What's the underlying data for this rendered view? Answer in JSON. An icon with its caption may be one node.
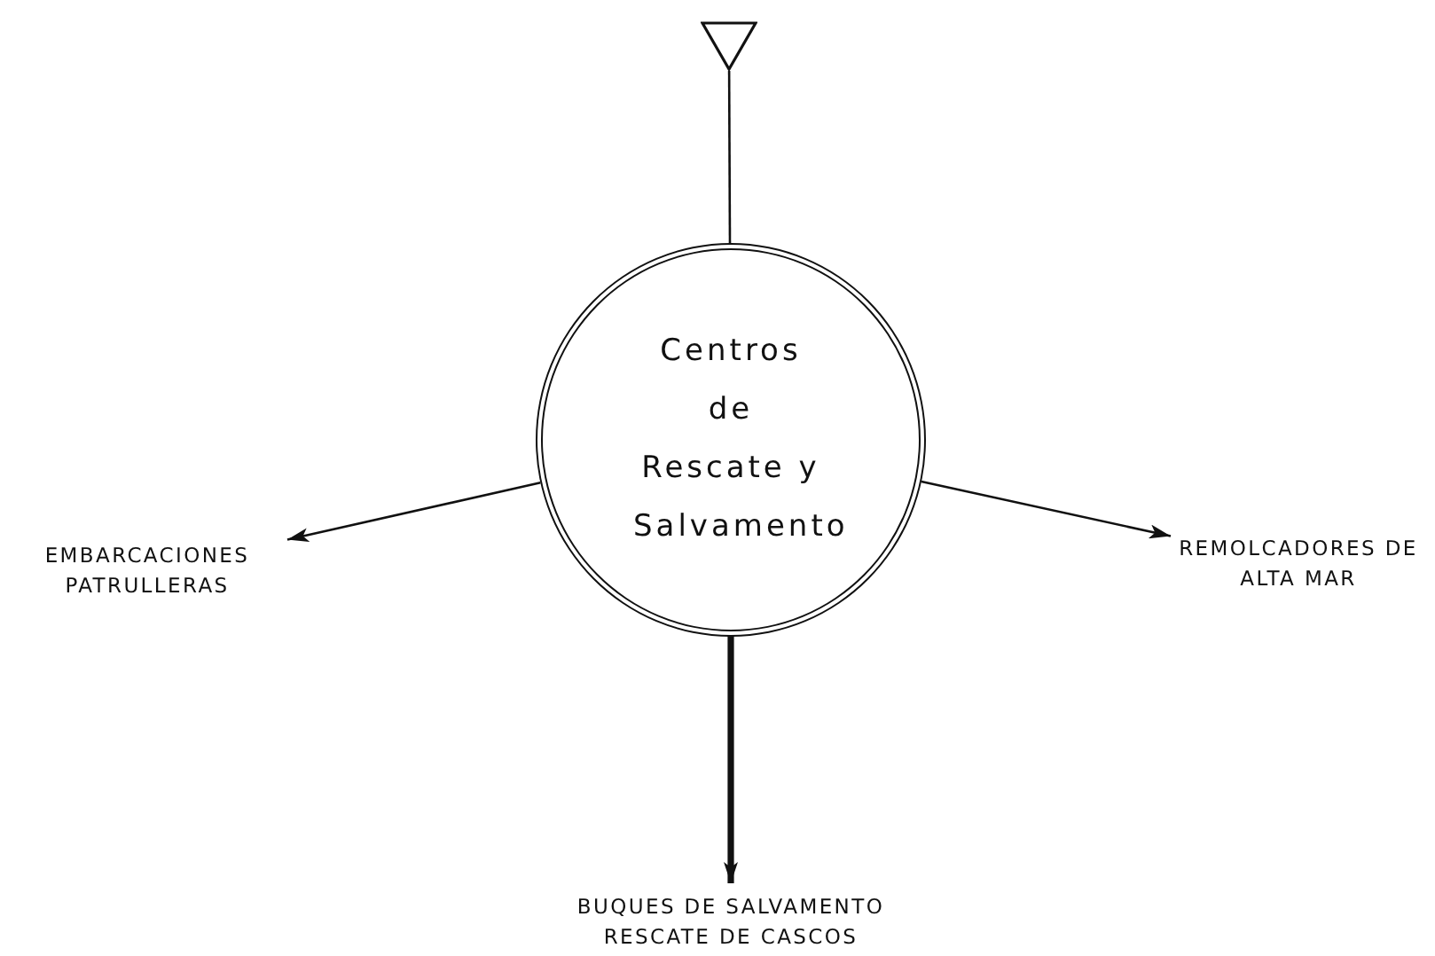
{
  "diagram": {
    "nodes": [
      {
        "text": [],
        "shape": "triangle"
      },
      {
        "text": [
          "Centros de Rescate y Salvamento"
        ]
      },
      {
        "text": [
          "EMBARCACIONES PATRULLERAS"
        ]
      },
      {
        "text": [
          "REMOLCADORES DE ALTA MAR"
        ]
      },
      {
        "text": [
          "BUQUES DE SALVAMENTO RESCATE DE CASCOS"
        ]
      }
    ],
    "edges": [
      {
        "from": 0,
        "to": 1,
        "arrow": "none"
      },
      {
        "from": 1,
        "to": 2,
        "arrow": "to"
      },
      {
        "from": 1,
        "to": 3,
        "arrow": "to"
      },
      {
        "from": 1,
        "to": 4,
        "arrow": "to",
        "style": "thick"
      }
    ]
  }
}
